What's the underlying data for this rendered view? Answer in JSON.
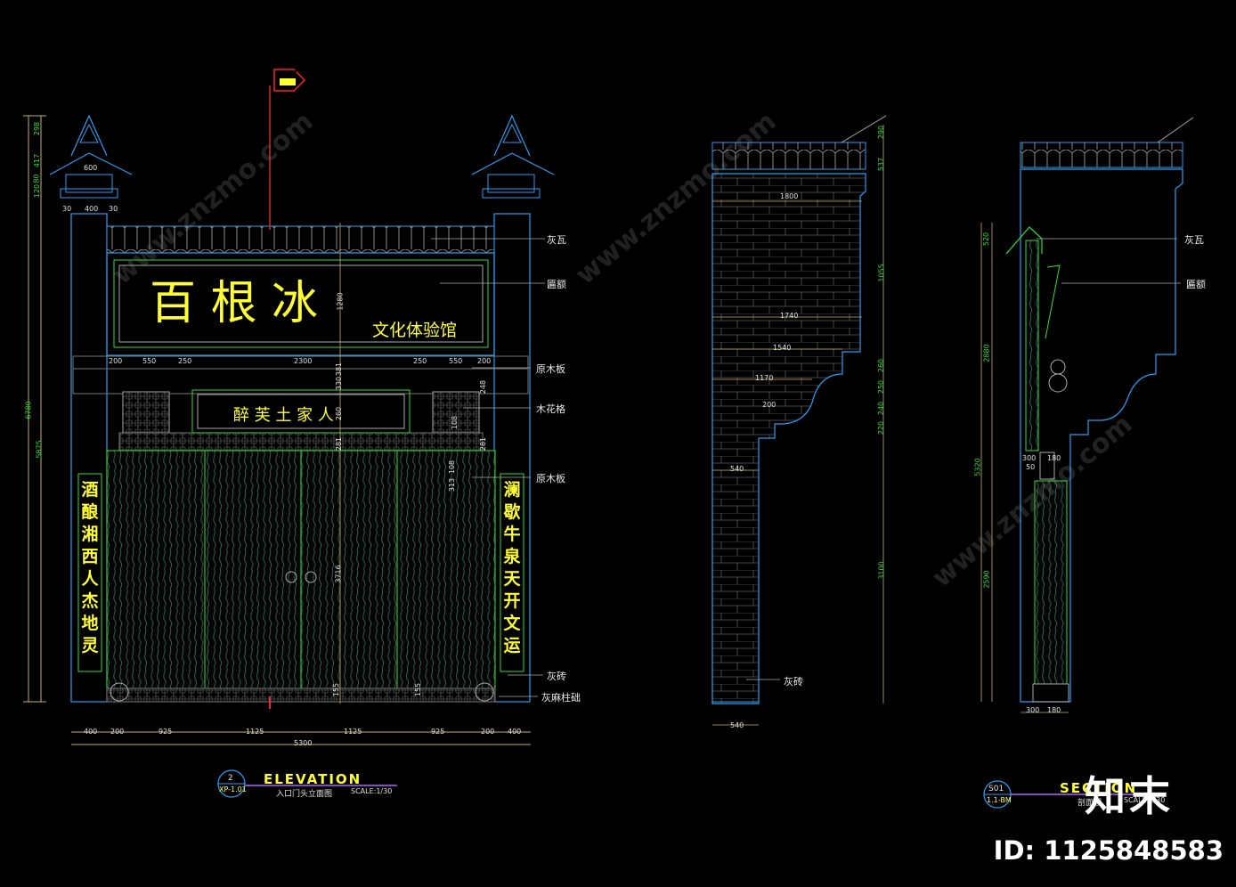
{
  "elevation": {
    "title": "ELEVATION",
    "subtitle": "入口门头立面图",
    "scale": "SCALE:1/30",
    "tag_number": "2",
    "tag_ref": "XP-1.01",
    "sign_main": "百 根 冰",
    "sign_sub": "文化体验馆",
    "plaque": "醉 芙 土 家 人",
    "couplet_left": "酒酿湘西人杰地灵",
    "couplet_right": "澜歇牛泉天开文运",
    "section_marker": "S01",
    "annotations": [
      "灰瓦",
      "匾额",
      "原木板",
      "木花格",
      "原木板",
      "灰砖",
      "灰麻柱础"
    ],
    "dims_bottom": [
      "400",
      "200",
      "925",
      "1125",
      "1125",
      "925",
      "200",
      "400"
    ],
    "dim_total": "5300",
    "dims_left": [
      "298",
      "417",
      "80",
      "120",
      "6780",
      "5875"
    ],
    "dims_top": [
      "600",
      "400",
      "30",
      "30"
    ],
    "dims_inner": [
      "200",
      "550",
      "250",
      "2300",
      "250",
      "550",
      "200",
      "1280",
      "330",
      "260",
      "281",
      "381",
      "248",
      "281",
      "3716",
      "108",
      "313",
      "108",
      "155",
      "155"
    ]
  },
  "side_wall": {
    "annotation": "灰砖",
    "dims": [
      "1800",
      "1740",
      "1540",
      "1170",
      "200",
      "540",
      "540"
    ],
    "dims_right": [
      "290",
      "537",
      "1055",
      "260",
      "250",
      "240",
      "220",
      "3100"
    ]
  },
  "section": {
    "title": "SECTION",
    "subtitle": "剖面图",
    "scale": "SCALE:1/30",
    "tag_number": "S01",
    "tag_ref": "1.1-BM",
    "annotations": [
      "灰瓦",
      "匾额"
    ],
    "dims_left": [
      "520",
      "2880",
      "5320",
      "2590"
    ],
    "dims_bottom": [
      "300",
      "180"
    ],
    "dims_mid": [
      "300",
      "180",
      "50"
    ]
  },
  "watermark": {
    "logo": "知末",
    "id": "ID: 1125848583",
    "site": "www.znzmo.com"
  },
  "colors": {
    "background": "#000000",
    "line": "#2a9df4",
    "yellow": "#ffff33",
    "dim": "#c8b060",
    "red": "#ff2020",
    "green": "#33dd33"
  }
}
